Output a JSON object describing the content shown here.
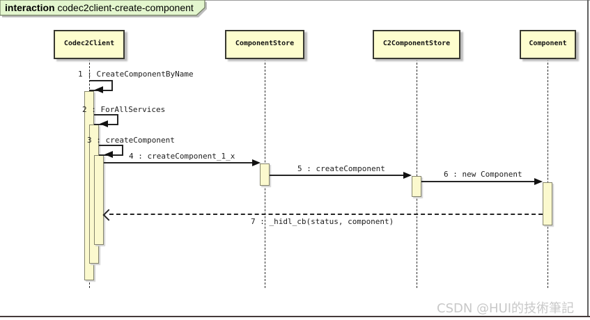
{
  "title": {
    "keyword": "interaction",
    "name": "codec2client-create-component"
  },
  "actors": [
    {
      "name": "Codec2Client"
    },
    {
      "name": "ComponentStore"
    },
    {
      "name": "C2ComponentStore"
    },
    {
      "name": "Component"
    }
  ],
  "messages": [
    {
      "label": "1 : CreateComponentByName",
      "from": "Codec2Client",
      "to": "Codec2Client",
      "kind": "self"
    },
    {
      "label": "2 : ForAllServices",
      "from": "Codec2Client",
      "to": "Codec2Client",
      "kind": "self"
    },
    {
      "label": "3 : createComponent",
      "from": "Codec2Client",
      "to": "Codec2Client",
      "kind": "self"
    },
    {
      "label": "4 : createComponent_1_x",
      "from": "Codec2Client",
      "to": "ComponentStore",
      "kind": "sync"
    },
    {
      "label": "5 : createComponent",
      "from": "ComponentStore",
      "to": "C2ComponentStore",
      "kind": "sync"
    },
    {
      "label": "6 : new Component",
      "from": "C2ComponentStore",
      "to": "Component",
      "kind": "sync"
    },
    {
      "label": "7 : _hidl_cb(status, component)",
      "from": "Component",
      "to": "Codec2Client",
      "kind": "return"
    }
  ],
  "watermark": "CSDN @HUI的技術筆記",
  "colors": {
    "box_fill": "#fefece",
    "box_border": "#383830",
    "title_fill": "#e3f6ce",
    "activation_fill": "#fbf9ce",
    "arrow": "#242424",
    "watermark": "#c8c8c8",
    "frame_bottom": "#453a3a"
  }
}
